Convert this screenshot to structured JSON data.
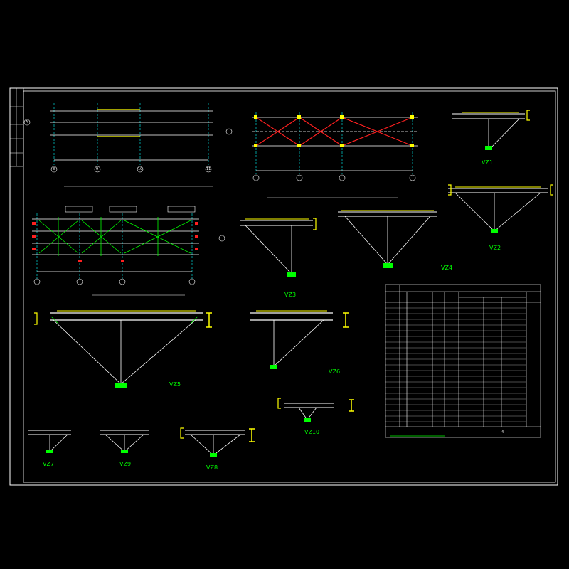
{
  "colors": {
    "background": "#000000",
    "frame": "#ffffff",
    "axis": "#00ffff",
    "member": "#ffffff",
    "bracing_red": "#ff2020",
    "weld_green": "#00ff00",
    "bracket_yellow": "#ffff00"
  },
  "detail_labels": {
    "vz1": "VZ1",
    "vz2": "VZ2",
    "vz3": "VZ3",
    "vz4": "VZ4",
    "vz5": "VZ5",
    "vz6": "VZ6",
    "vz7": "VZ7",
    "vz8": "VZ8",
    "vz9": "VZ9",
    "vz10": "VZ10"
  },
  "axis_markers": {
    "a": "8",
    "b": "9",
    "c": "10",
    "d": "11",
    "row": "A"
  },
  "table": {
    "footer": "4"
  }
}
